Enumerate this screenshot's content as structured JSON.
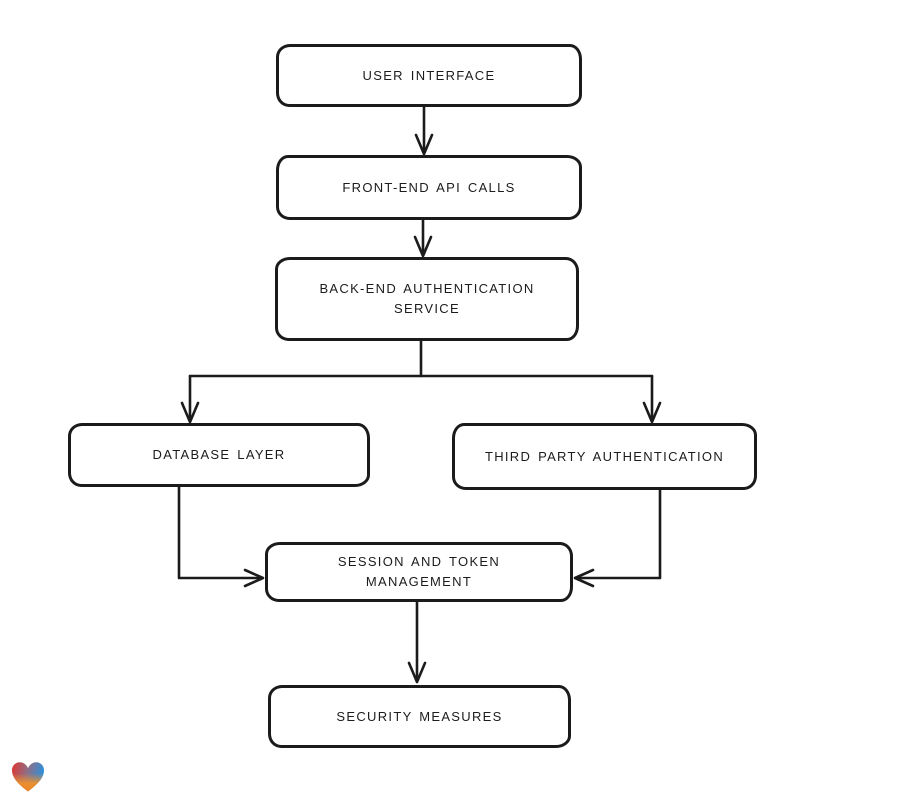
{
  "diagram": {
    "type": "flowchart",
    "nodes": [
      {
        "id": "user-interface",
        "label": "USER INTERFACE"
      },
      {
        "id": "front-end-api-calls",
        "label": "FRONT-END API CALLS"
      },
      {
        "id": "back-end-authentication-service",
        "label": "BACK-END AUTHENTICATION SERVICE"
      },
      {
        "id": "database-layer",
        "label": "DATABASE LAYER"
      },
      {
        "id": "third-party-authentication",
        "label": "THIRD PARTY AUTHENTICATION"
      },
      {
        "id": "session-and-token-management",
        "label": "SESSION AND TOKEN MANAGEMENT"
      },
      {
        "id": "security-measures",
        "label": "SECURITY MEASURES"
      }
    ],
    "edges": [
      {
        "from": "user-interface",
        "to": "front-end-api-calls"
      },
      {
        "from": "front-end-api-calls",
        "to": "back-end-authentication-service"
      },
      {
        "from": "back-end-authentication-service",
        "to": "database-layer"
      },
      {
        "from": "back-end-authentication-service",
        "to": "third-party-authentication"
      },
      {
        "from": "database-layer",
        "to": "session-and-token-management"
      },
      {
        "from": "third-party-authentication",
        "to": "session-and-token-management"
      },
      {
        "from": "session-and-token-management",
        "to": "security-measures"
      }
    ],
    "style": {
      "stroke_color": "#1b1b1b",
      "node_fill": "#ffffff",
      "background": "#ffffff"
    }
  },
  "branding": {
    "logo_icon": "heart-icon",
    "logo_colors": {
      "red": "#e0342f",
      "blue": "#2e8fd9",
      "orange": "#f0902b"
    }
  }
}
